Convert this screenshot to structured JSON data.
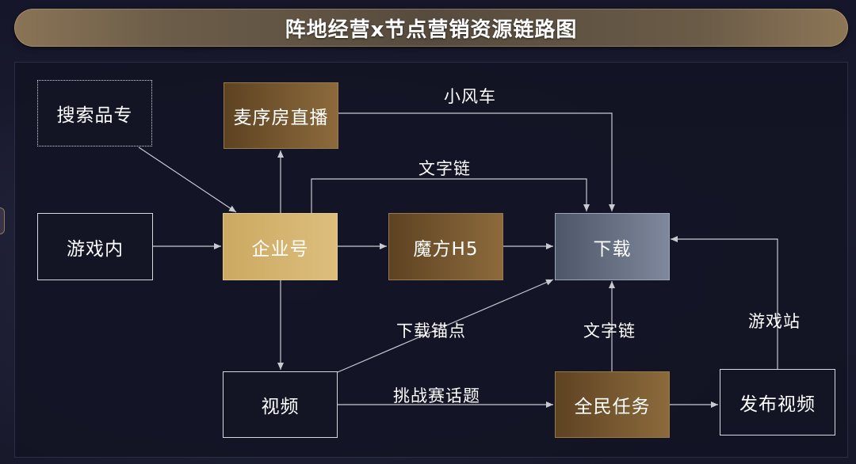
{
  "title": "阵地经营x节点营销资源链路图",
  "colors": {
    "title_bar": "#6c5d49",
    "node_brown": "#8c6a3c",
    "node_gold": "#ddbe7c",
    "node_steel": "#7f889c",
    "line": "#c9c9d2"
  },
  "nodes": {
    "search_brand": "搜索品专",
    "live_room": "麦序房直播",
    "in_game": "游戏内",
    "enterprise": "企业号",
    "mofang_h5": "魔方H5",
    "download": "下载",
    "video": "视频",
    "all_tasks": "全民任务",
    "publish_video": "发布视频"
  },
  "edge_labels": {
    "windmill": "小风车",
    "text_link_top": "文字链",
    "download_anchor": "下载锚点",
    "text_link_bottom": "文字链",
    "game_station": "游戏站",
    "challenge_topic": "挑战赛话题"
  }
}
